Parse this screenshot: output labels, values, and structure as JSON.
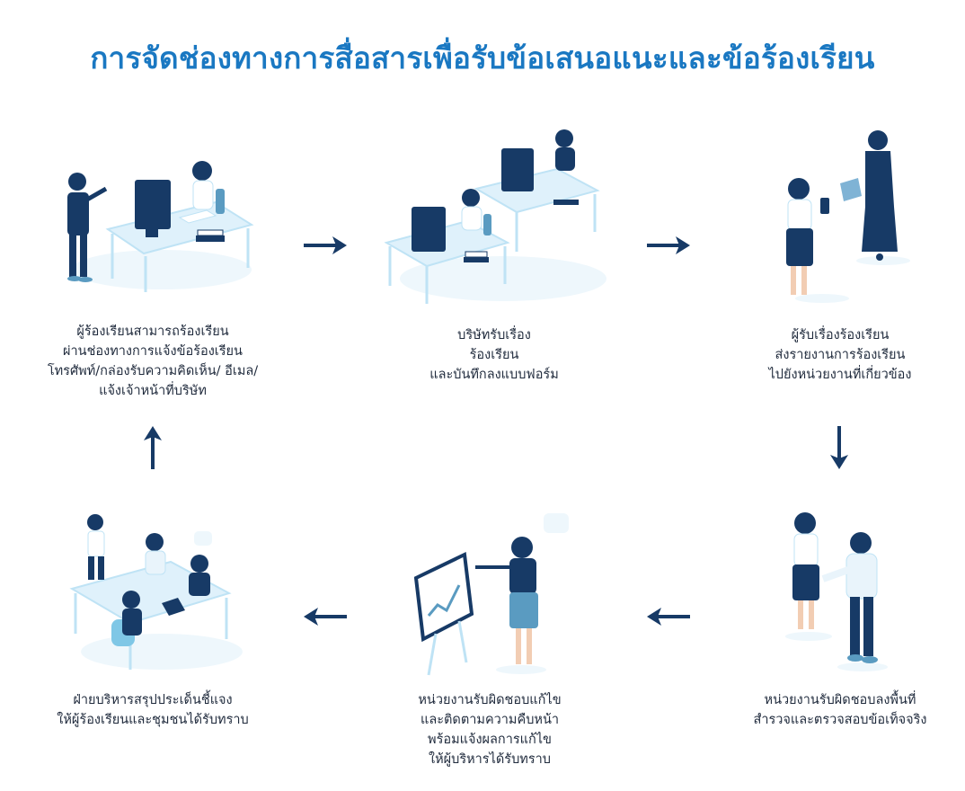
{
  "title": "การจัดช่องทางการสื่อสารเพื่อรับข้อเสนอแนะและข้อร้องเรียน",
  "colors": {
    "title": "#1a78c2",
    "navy": "#173a66",
    "desk": "#dff1fb",
    "desk_edge": "#bfe3f5",
    "arrow": "#173a66"
  },
  "steps": [
    {
      "id": 1,
      "illustration": "complainant-at-desk",
      "lines": [
        "ผู้ร้องเรียนสามารถร้องเรียน",
        "ผ่านช่องทางการแจ้งข้อร้องเรียน",
        "โทรศัพท์/กล่องรับความคิดเห็น/ อีเมล/",
        "แจ้งเจ้าหน้าที่บริษัท"
      ]
    },
    {
      "id": 2,
      "illustration": "office-workers-at-computers",
      "lines": [
        "บริษัทรับเรื่อง",
        "ร้องเรียน",
        "และบันทึกลงแบบฟอร์ม"
      ]
    },
    {
      "id": 3,
      "illustration": "two-women-reporting",
      "lines": [
        "ผู้รับเรื่องร้องเรียน",
        "ส่งรายงานการร้องเรียน",
        "ไปยังหน่วยงานที่เกี่ยวข้อง"
      ]
    },
    {
      "id": 4,
      "illustration": "handshake-site-visit",
      "lines": [
        "หน่วยงานรับผิดชอบลงพื้นที่",
        "สำรวจและตรวจสอบข้อเท็จจริง"
      ]
    },
    {
      "id": 5,
      "illustration": "presenter-with-chart",
      "lines": [
        "หน่วยงานรับผิดชอบแก้ไข",
        "และติดตามความคืบหน้า",
        "พร้อมแจ้งผลการแก้ไข",
        "ให้ผู้บริหารได้รับทราบ"
      ]
    },
    {
      "id": 6,
      "illustration": "management-meeting",
      "lines": [
        "ฝ่ายบริหารสรุปประเด็นชี้แจง",
        "ให้ผู้ร้องเรียนและชุมชนได้รับทราบ"
      ]
    }
  ],
  "arrows": [
    "right",
    "right",
    "down",
    "left",
    "left",
    "up"
  ]
}
